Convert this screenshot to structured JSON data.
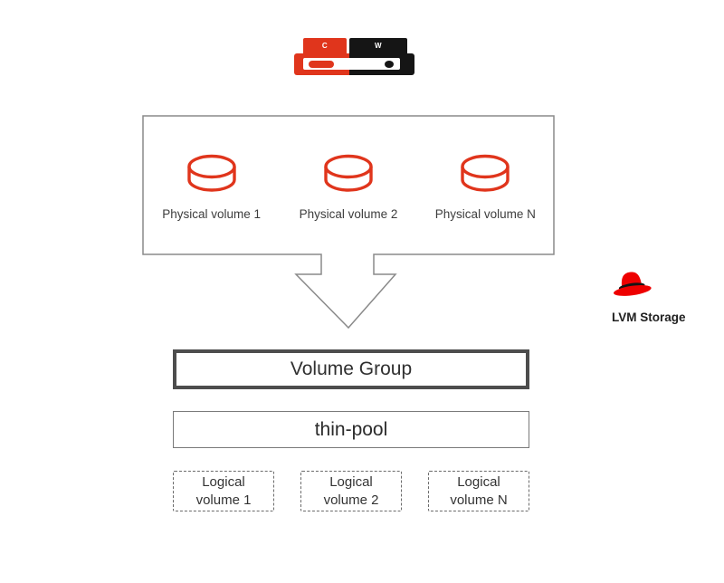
{
  "cluster_icon": {
    "control_label": "C",
    "worker_label": "W"
  },
  "physical_volumes": {
    "items": [
      {
        "label": "Physical volume 1"
      },
      {
        "label": "Physical volume 2"
      },
      {
        "label": "Physical volume N"
      }
    ]
  },
  "volume_group": {
    "label": "Volume Group"
  },
  "thin_pool": {
    "label": "thin-pool"
  },
  "logical_volumes": {
    "items": [
      {
        "line1": "Logical",
        "line2": "volume 1"
      },
      {
        "line1": "Logical",
        "line2": "volume 2"
      },
      {
        "line1": "Logical",
        "line2": "volume N"
      }
    ]
  },
  "branding": {
    "label": "LVM Storage"
  },
  "colors": {
    "icon_red": "#E0351C",
    "hat_red": "#EE0000",
    "icon_black": "#151515",
    "outline_gray": "#8a8a8a",
    "volume_group_border": "#4d4d4d",
    "text_dark": "#303030"
  }
}
